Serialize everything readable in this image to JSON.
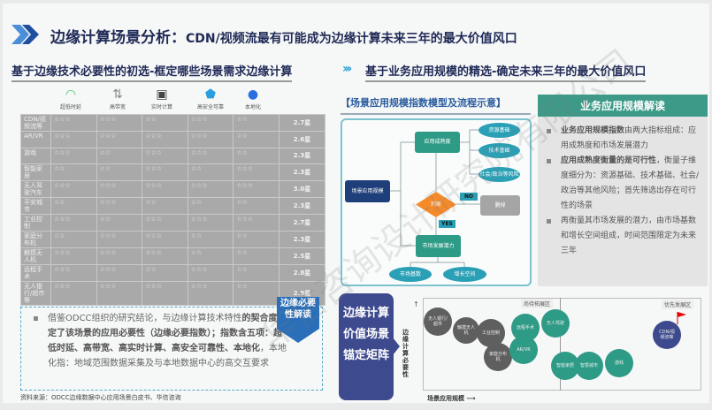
{
  "header": {
    "title": "边缘计算场景分析：",
    "title_sub": "CDN/视频流最有可能成为边缘计算未来三年的最大价值风口"
  },
  "subheads": {
    "left": "基于边缘技术必要性的初选-框定哪些场景需求边缘计算",
    "arrow": "›››",
    "right": "基于业务应用规模的精选-确定未来三年的最大价值风口"
  },
  "criteria": [
    {
      "label": "超低时延",
      "icon": "wifi-icon",
      "color": "#3cc86a"
    },
    {
      "label": "高带宽",
      "icon": "bandwidth-icon",
      "color": "#888888"
    },
    {
      "label": "实时计算",
      "icon": "monitor-icon",
      "color": "#444444"
    },
    {
      "label": "高安全可靠",
      "icon": "shield-icon",
      "color": "#2a9fe0"
    },
    {
      "label": "本地化",
      "icon": "location-pin-icon",
      "color": "#2a6fe0"
    }
  ],
  "table": {
    "rows": [
      {
        "name": "CDN/视频流等",
        "stars": [
          "☆☆☆",
          "☆☆☆",
          "☆☆",
          "☆☆☆",
          "☆☆"
        ],
        "score": "2.7星"
      },
      {
        "name": "AR/VR",
        "stars": [
          "☆☆☆",
          "☆☆☆",
          "☆☆☆",
          "☆☆☆",
          "☆☆"
        ],
        "score": "2.6星"
      },
      {
        "name": "游戏",
        "stars": [
          "☆☆☆",
          "☆☆",
          "☆☆☆",
          "☆☆☆",
          "☆☆"
        ],
        "score": "2.3星"
      },
      {
        "name": "智能家居",
        "stars": [
          "☆☆",
          "☆☆",
          "☆☆☆",
          "☆☆",
          "☆☆☆"
        ],
        "score": "2.3星"
      },
      {
        "name": "无人驾驶汽车",
        "stars": [
          "☆☆☆",
          "☆☆☆",
          "☆☆☆",
          "☆☆☆",
          "☆☆☆"
        ],
        "score": "3.0星"
      },
      {
        "name": "平安城市",
        "stars": [
          "☆☆",
          "☆☆☆",
          "☆☆",
          "☆☆",
          "☆☆"
        ],
        "score": "2.3星"
      },
      {
        "name": "工业控制",
        "stars": [
          "☆☆☆",
          "☆☆",
          "☆☆☆",
          "☆☆☆",
          "☆☆☆"
        ],
        "score": "2.7星"
      },
      {
        "name": "家庭分布机",
        "stars": [
          "☆☆",
          "☆☆☆",
          "☆☆☆",
          "☆☆",
          "☆☆"
        ],
        "score": "2.3星"
      },
      {
        "name": "触摸无人机",
        "stars": [
          "☆☆☆",
          "☆☆☆",
          "☆☆☆",
          "☆☆",
          "☆☆"
        ],
        "score": "2.5星"
      },
      {
        "name": "远程手术",
        "stars": [
          "☆☆☆",
          "☆☆☆",
          "☆☆",
          "☆☆☆",
          "☆☆"
        ],
        "score": "2.8星"
      },
      {
        "name": "无人银行/超市等",
        "stars": [
          "☆☆☆",
          "☆☆☆",
          "☆☆☆",
          "☆☆☆",
          "☆☆"
        ],
        "score": "2.9星"
      }
    ]
  },
  "flow": {
    "heading": "【场景应用规模指数模型及流程示意】",
    "scale": "场景应用规模",
    "maturity": "应用成熟度",
    "resource": "资源基础",
    "tech": "技术基础",
    "social": "社会/政治等风险",
    "judge": "判断",
    "no": "NO",
    "yes": "YES",
    "delete": "删掉",
    "potential": "市场发展潜力",
    "base": "市场基数",
    "growth": "增长空间"
  },
  "right_panel": {
    "title": "业务应用规模解读",
    "bullets": [
      {
        "bold": "业务应用规模指数",
        "text": "由两大指标组成：应用成熟度和市场发展潜力"
      },
      {
        "bold": "应用成熟度衡量的是可行性",
        "text": "，衡量子维度细分为：资源基础、技术基础、社会/政治等其他风险；首先筛选出存在可行性的场景"
      },
      {
        "bold": "再衡量其市场发展的潜力",
        "text": "，由市场基数和增长空间组成，时间范围限定为未来三年"
      }
    ]
  },
  "left_note": {
    "badge": "边缘必要性解读",
    "p1": "借鉴ODCC组织的研究结论，与边缘计算技术特性",
    "p2": "的契合度决定了该场景的应用必要性（边缘必要指数）；指数含五项：超低时延、高带宽、高实时计算、高安全可靠性、本地化",
    "p3": "，本地化指：地域范围数据采集及与本地数据中心的高交互要求"
  },
  "source": "资料来源：ODCC边缘数据中心应用场景白皮书、华信咨询",
  "matrix": {
    "label": "边缘计算价值场景锚定矩阵",
    "y_label": "边缘计算必要性",
    "x_label": "场景应用规模",
    "zone_left": "尚待拓展区",
    "zone_right": "优先发展区",
    "colors": {
      "gray": "#5f5f5f",
      "teal": "#2e9b86",
      "purple": "#3e4a8e"
    },
    "bubbles": [
      {
        "name": "无人银行/超市",
        "group": "gray"
      },
      {
        "name": "触摸无人机",
        "group": "gray"
      },
      {
        "name": "工业控制",
        "group": "gray"
      },
      {
        "name": "家庭分布机",
        "group": "gray"
      },
      {
        "name": "远程手术",
        "group": "teal"
      },
      {
        "name": "无人驾驶",
        "group": "teal"
      },
      {
        "name": "AR/VR",
        "group": "teal"
      },
      {
        "name": "智能家居",
        "group": "teal"
      },
      {
        "name": "智慧城市",
        "group": "teal"
      },
      {
        "name": "游戏",
        "group": "teal"
      },
      {
        "name": "CDN/视频流等",
        "group": "purple"
      }
    ]
  },
  "watermark": "华信咨询设计研究院有限公司"
}
